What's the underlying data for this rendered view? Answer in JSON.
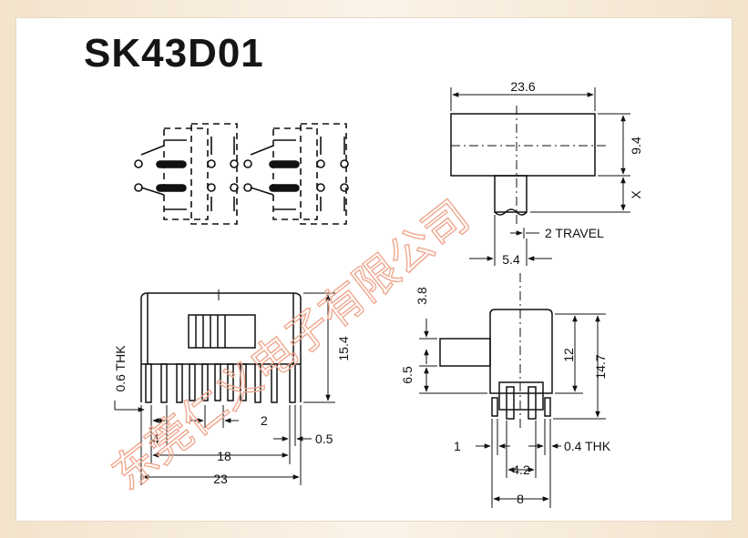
{
  "title": "SK43D01",
  "side_view": {
    "width_dim": "23.6",
    "height_dim": "9.4",
    "x_dim": "X",
    "travel": "2 TRAVEL",
    "actuator_dim": "5.4"
  },
  "front_view": {
    "thickness": "0.6 THK",
    "height": "15.4",
    "pitch_4": "4",
    "pitch_2": "2",
    "span_18": "18",
    "width_23": "23",
    "pin_05": "0.5"
  },
  "end_view": {
    "actuator_dia": "3.8",
    "actuator_pos": "6.5",
    "body_12": "12",
    "total_147": "14.7",
    "pin_1": "1",
    "pin_thk": "0.4 THK",
    "pitch_42": "4.2",
    "width_8": "8"
  },
  "watermark": "东莞仁义电子有限公司"
}
